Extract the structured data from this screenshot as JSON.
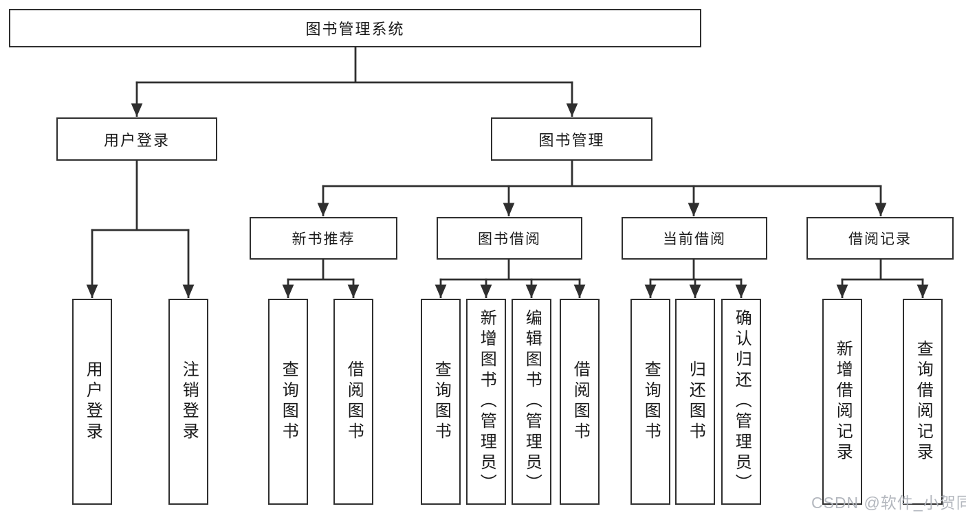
{
  "diagram": {
    "title": "图书管理系统",
    "root": {
      "label": "图书管理系统"
    },
    "branches": [
      {
        "label": "用户登录",
        "children": [
          {
            "label": "用户登录"
          },
          {
            "label": "注销登录"
          }
        ]
      },
      {
        "label": "图书管理",
        "groups": [
          {
            "label": "新书推荐",
            "children": [
              {
                "label": "查询图书"
              },
              {
                "label": "借阅图书"
              }
            ]
          },
          {
            "label": "图书借阅",
            "children": [
              {
                "label": "查询图书"
              },
              {
                "label": "新增图书（管理员）"
              },
              {
                "label": "编辑图书（管理员）"
              },
              {
                "label": "借阅图书"
              }
            ]
          },
          {
            "label": "当前借阅",
            "children": [
              {
                "label": "查询图书"
              },
              {
                "label": "归还图书"
              },
              {
                "label": "确认归还（管理员）"
              }
            ]
          },
          {
            "label": "借阅记录",
            "children": [
              {
                "label": "新增借阅记录"
              },
              {
                "label": "查询借阅记录"
              }
            ]
          }
        ]
      }
    ],
    "colors": {
      "line": "#2f2f2f",
      "box_border": "#2f2f2f",
      "text": "#1a1a1a",
      "watermark": "#afb3ba"
    }
  },
  "watermark": {
    "text": "CSDN @软件_小贺同学"
  }
}
